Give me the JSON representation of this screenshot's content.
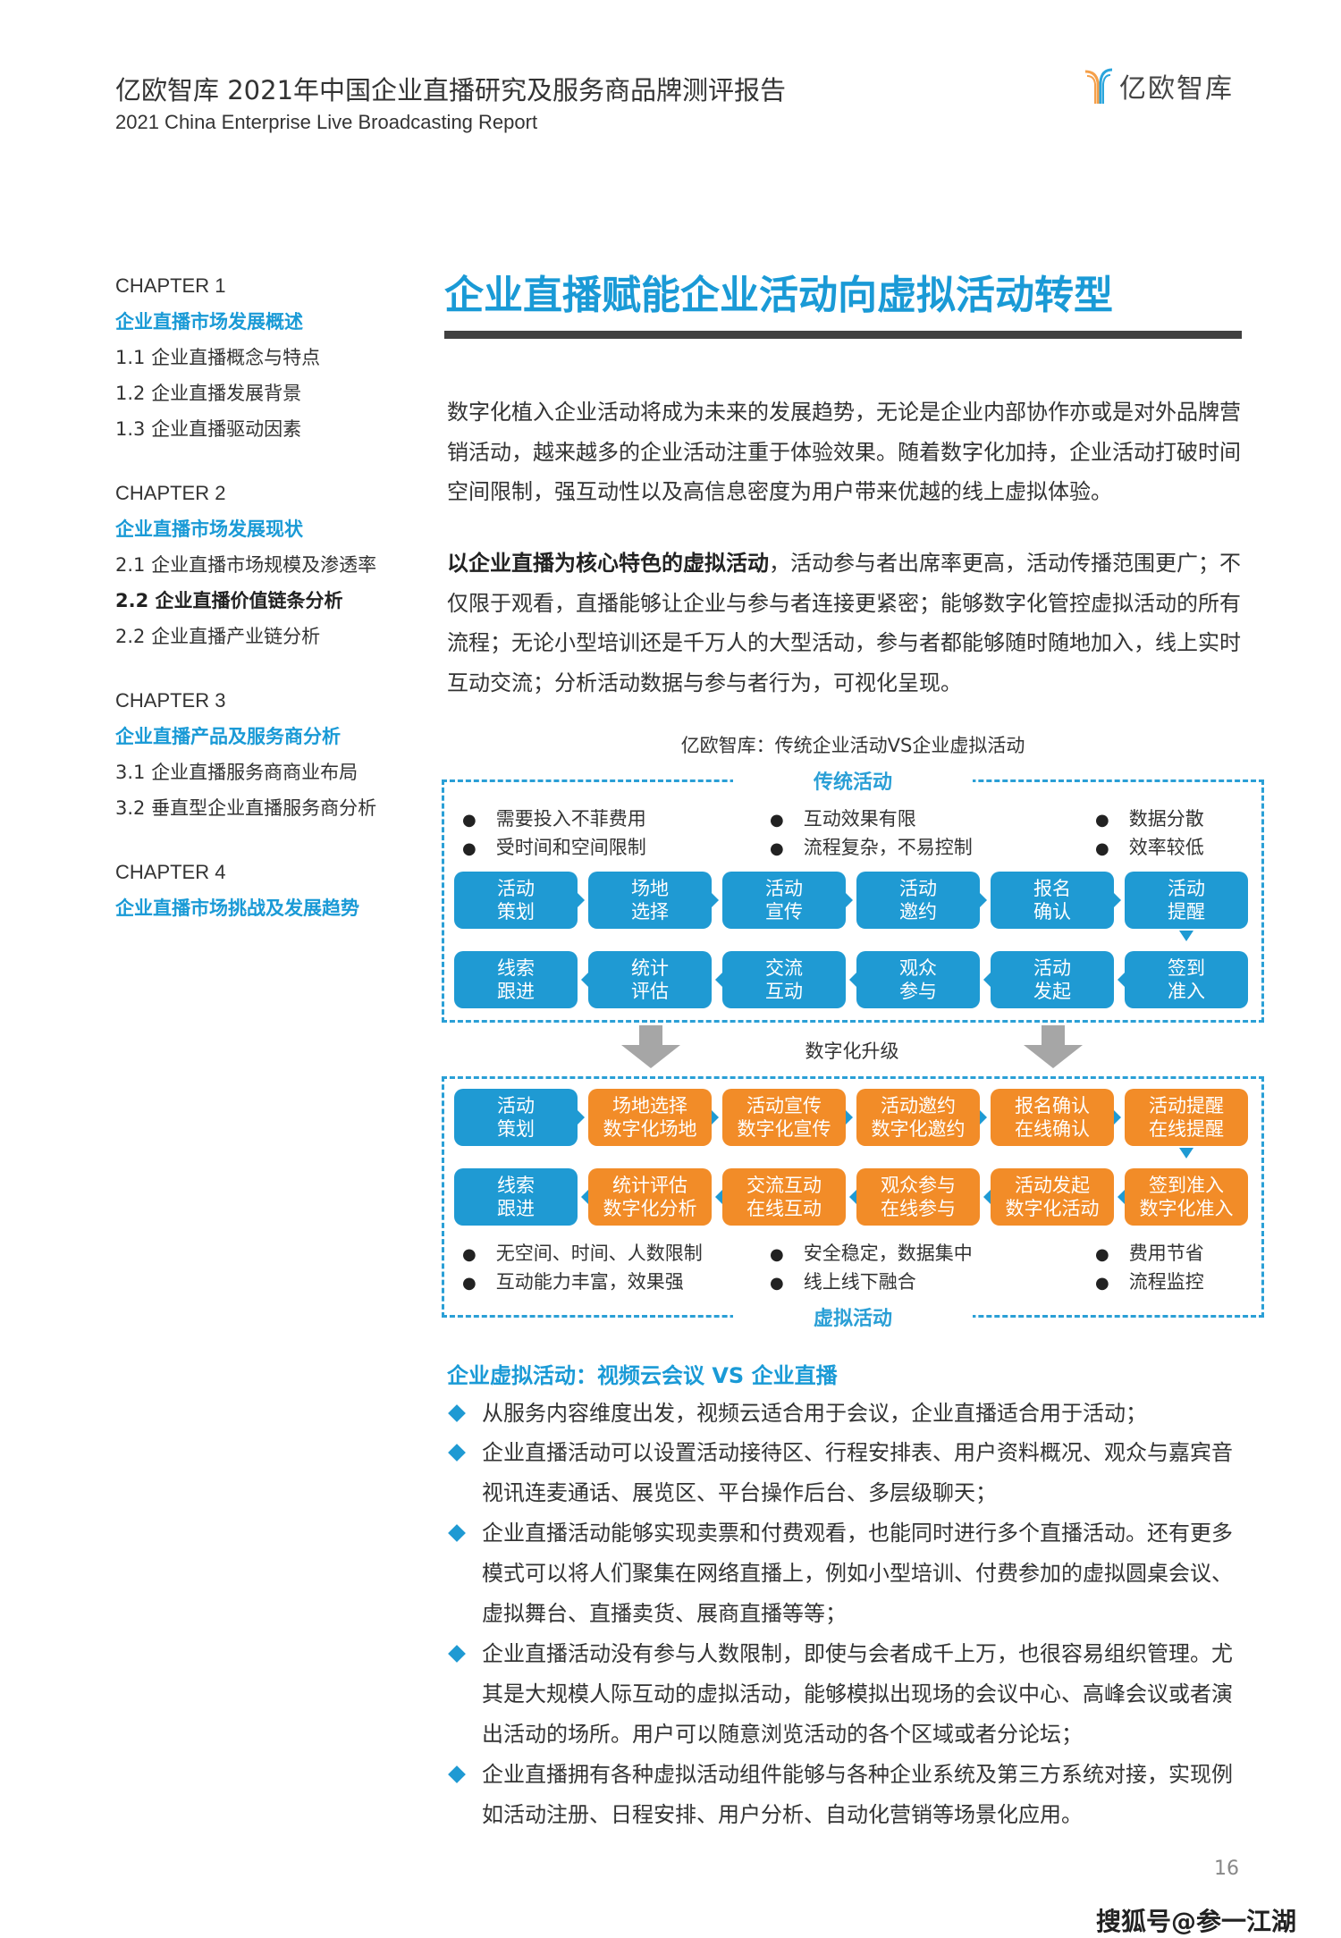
{
  "header": {
    "title": "亿欧智库 2021年中国企业直播研究及服务商品牌测评报告",
    "subtitle": "2021 China Enterprise Live Broadcasting Report",
    "logo_text": "亿欧智库"
  },
  "sidebar": [
    {
      "chapter": "CHAPTER 1",
      "title": "企业直播市场发展概述",
      "items": [
        {
          "label": "1.1 企业直播概念与特点"
        },
        {
          "label": "1.2 企业直播发展背景"
        },
        {
          "label": "1.3 企业直播驱动因素"
        }
      ]
    },
    {
      "chapter": "CHAPTER 2",
      "title": "企业直播市场发展现状",
      "items": [
        {
          "label": "2.1 企业直播市场规模及渗透率"
        },
        {
          "label": "2.2 企业直播价值链条分析",
          "active": true
        },
        {
          "label": "2.2 企业直播产业链分析"
        }
      ]
    },
    {
      "chapter": "CHAPTER 3",
      "title": "企业直播产品及服务商分析",
      "items": [
        {
          "label": "3.1 企业直播服务商商业布局"
        },
        {
          "label": "3.2 垂直型企业直播服务商分析"
        }
      ]
    },
    {
      "chapter": "CHAPTER 4",
      "title": "企业直播市场挑战及发展趋势",
      "items": []
    }
  ],
  "main": {
    "title": "企业直播赋能企业活动向虚拟活动转型",
    "para1": "数字化植入企业活动将成为未来的发展趋势，无论是企业内部协作亦或是对外品牌营销活动，越来越多的企业活动注重于体验效果。随着数字化加持，企业活动打破时间空间限制，强互动性以及高信息密度为用户带来优越的线上虚拟体验。",
    "para2_bold": "以企业直播为核心特色的虚拟活动",
    "para2": "，活动参与者出席率更高，活动传播范围更广；不仅限于观看，直播能够让企业与参与者连接更紧密；能够数字化管控虚拟活动的所有流程；无论小型培训还是千万人的大型活动，参与者都能够随时随地加入，线上实时互动交流；分析活动数据与参与者行为，可视化呈现。"
  },
  "diagram": {
    "caption": "亿欧智库：传统企业活动VS企业虚拟活动",
    "traditional": {
      "label": "传统活动",
      "bullets": [
        "需要投入不菲费用",
        "受时间和空间限制",
        "互动效果有限",
        "流程复杂，不易控制",
        "数据分散",
        "效率较低"
      ],
      "row1": [
        "活动\n策划",
        "场地\n选择",
        "活动\n宣传",
        "活动\n邀约",
        "报名\n确认",
        "活动\n提醒"
      ],
      "row2": [
        "线索\n跟进",
        "统计\n评估",
        "交流\n互动",
        "观众\n参与",
        "活动\n发起",
        "签到\n准入"
      ]
    },
    "upgrade_label": "数字化升级",
    "virtual": {
      "label": "虚拟活动",
      "bullets": [
        "无空间、时间、人数限制",
        "互动能力丰富，效果强",
        "安全稳定，数据集中",
        "线上线下融合",
        "费用节省",
        "流程监控"
      ],
      "row1": [
        "活动\n策划",
        "场地选择\n数字化场地",
        "活动宣传\n数字化宣传",
        "活动邀约\n数字化邀约",
        "报名确认\n在线确认",
        "活动提醒\n在线提醒"
      ],
      "row2": [
        "线索\n跟进",
        "统计评估\n数字化分析",
        "交流互动\n在线互动",
        "观众参与\n在线参与",
        "活动发起\n数字化活动",
        "签到准入\n数字化准入"
      ]
    },
    "colors": {
      "blue": "#1f9ad3",
      "orange": "#f28c28"
    }
  },
  "section": {
    "heading": "企业虚拟活动：视频云会议 VS 企业直播",
    "bullets": [
      "从服务内容维度出发，视频云适合用于会议，企业直播适合用于活动；",
      "企业直播活动可以设置活动接待区、行程安排表、用户资料概况、观众与嘉宾音视讯连麦通话、展览区、平台操作后台、多层级聊天；",
      "企业直播活动能够实现卖票和付费观看，也能同时进行多个直播活动。还有更多模式可以将人们聚集在网络直播上，例如小型培训、付费参加的虚拟圆桌会议、虚拟舞台、直播卖货、展商直播等等；",
      "企业直播活动没有参与人数限制，即使与会者成千上万，也很容易组织管理。尤其是大规模人际互动的虚拟活动，能够模拟出现场的会议中心、高峰会议或者演出活动的场所。用户可以随意浏览活动的各个区域或者分论坛；",
      "企业直播拥有各种虚拟活动组件能够与各种企业系统及第三方系统对接，实现例如活动注册、日程安排、用户分析、自动化营销等场景化应用。"
    ]
  },
  "page_number": "16",
  "watermark": "搜狐号@参一江湖"
}
